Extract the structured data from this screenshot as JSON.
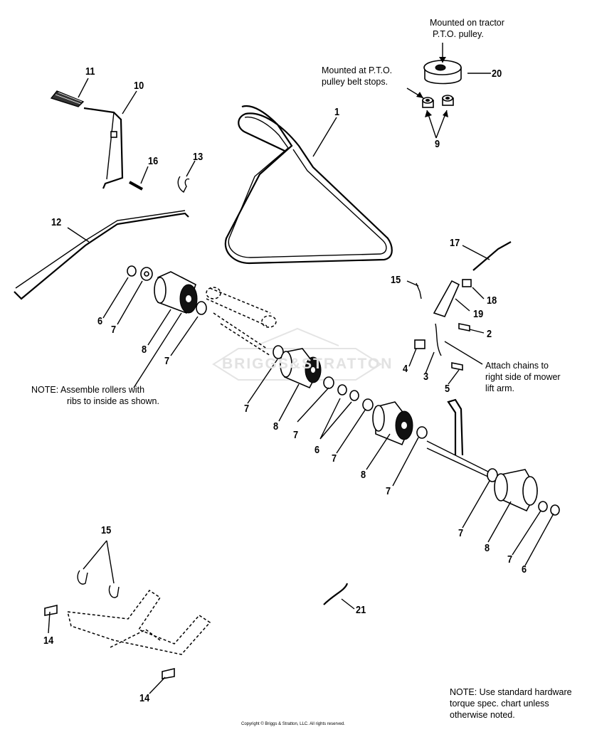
{
  "diagram": {
    "watermark": "BRIGGS&STRATTON",
    "part_labels": [
      {
        "id": "label-1",
        "text": "1"
      },
      {
        "id": "label-20",
        "text": "20"
      },
      {
        "id": "label-9",
        "text": "9"
      },
      {
        "id": "label-11",
        "text": "11"
      },
      {
        "id": "label-10",
        "text": "10"
      },
      {
        "id": "label-16",
        "text": "16"
      },
      {
        "id": "label-13",
        "text": "13"
      },
      {
        "id": "label-12",
        "text": "12"
      },
      {
        "id": "label-17",
        "text": "17"
      },
      {
        "id": "label-15a",
        "text": "15"
      },
      {
        "id": "label-18",
        "text": "18"
      },
      {
        "id": "label-19",
        "text": "19"
      },
      {
        "id": "label-2",
        "text": "2"
      },
      {
        "id": "label-4",
        "text": "4"
      },
      {
        "id": "label-3",
        "text": "3"
      },
      {
        "id": "label-5",
        "text": "5"
      },
      {
        "id": "label-6a",
        "text": "6"
      },
      {
        "id": "label-7a",
        "text": "7"
      },
      {
        "id": "label-8a",
        "text": "8"
      },
      {
        "id": "label-7b",
        "text": "7"
      },
      {
        "id": "label-7c",
        "text": "7"
      },
      {
        "id": "label-8b",
        "text": "8"
      },
      {
        "id": "label-7d",
        "text": "7"
      },
      {
        "id": "label-6b",
        "text": "6"
      },
      {
        "id": "label-7e",
        "text": "7"
      },
      {
        "id": "label-8c",
        "text": "8"
      },
      {
        "id": "label-7f",
        "text": "7"
      },
      {
        "id": "label-7g",
        "text": "7"
      },
      {
        "id": "label-8d",
        "text": "8"
      },
      {
        "id": "label-7h",
        "text": "7"
      },
      {
        "id": "label-6c",
        "text": "6"
      },
      {
        "id": "label-15b",
        "text": "15"
      },
      {
        "id": "label-14a",
        "text": "14"
      },
      {
        "id": "label-14b",
        "text": "14"
      },
      {
        "id": "label-21",
        "text": "21"
      }
    ],
    "notes": {
      "tractor_pulley": [
        "Mounted on tractor",
        "P.T.O. pulley."
      ],
      "belt_stops": [
        "Mounted at P.T.O.",
        "pulley belt stops."
      ],
      "attach_chains": [
        "Attach chains to",
        "right side of mower",
        "lift arm."
      ],
      "rollers": [
        "NOTE: Assemble rollers with",
        "ribs to inside as shown."
      ],
      "hardware": [
        "NOTE: Use standard hardware",
        "torque spec. chart unless",
        "otherwise noted."
      ]
    },
    "copyright": "Copyright © Briggs & Stratton, LLC. All rights reserved."
  }
}
